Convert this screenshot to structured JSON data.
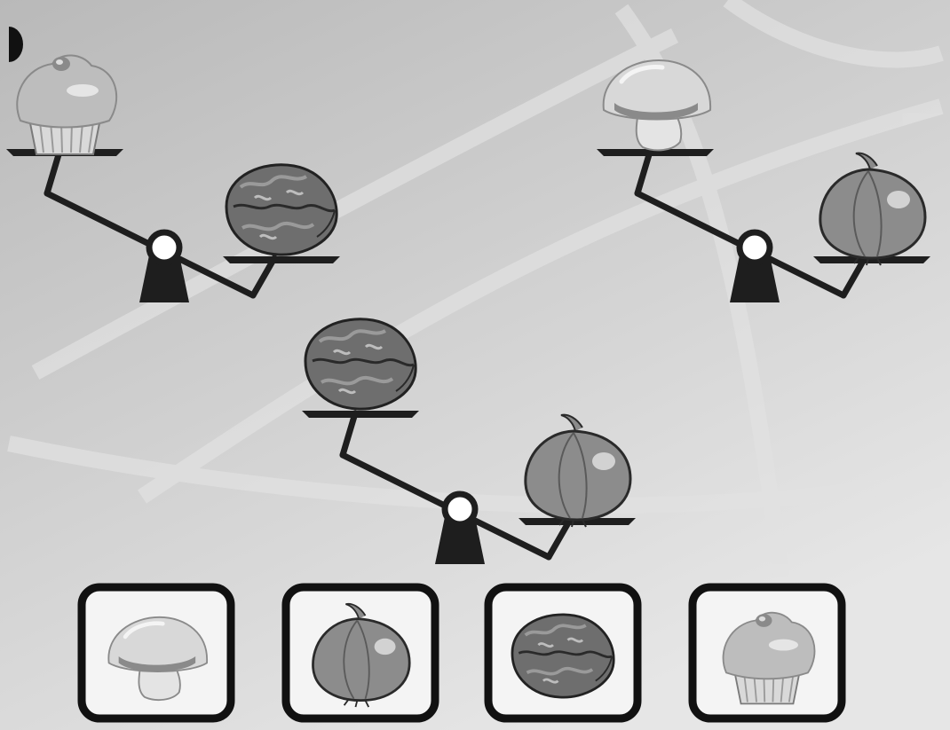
{
  "puzzle": {
    "items": {
      "cupcake": "cupcake-icon",
      "walnut": "walnut-icon",
      "mushroom": "mushroom-icon",
      "onion": "onion-icon"
    },
    "scales": [
      {
        "name": "scale-cupcake-vs-walnut",
        "left": "cupcake",
        "right": "walnut",
        "heavier": "right"
      },
      {
        "name": "scale-mushroom-vs-onion",
        "left": "mushroom",
        "right": "onion",
        "heavier": "right"
      },
      {
        "name": "scale-walnut-vs-onion",
        "left": "walnut",
        "right": "onion",
        "heavier": "right"
      }
    ],
    "answer_choices": [
      "mushroom",
      "onion",
      "walnut",
      "cupcake"
    ]
  },
  "colors": {
    "background": "#c8c8c8",
    "scale": "#1e1e1e",
    "frame": "#111111"
  }
}
